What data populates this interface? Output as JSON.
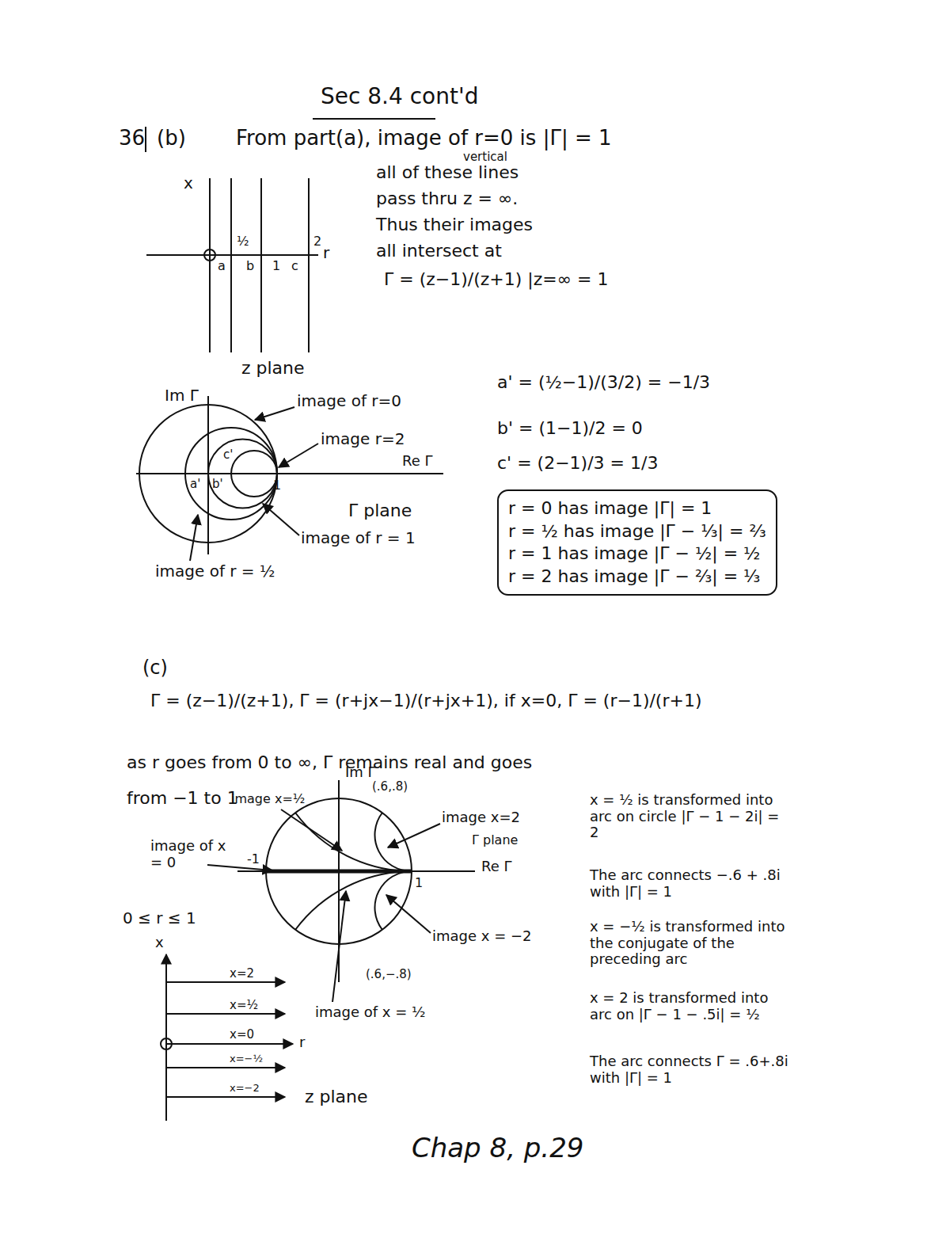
{
  "diagram": {
    "title": "Sec 8.4 cont'd",
    "nodes": [
      {
        "text": [
          "r = 0 has image |Γ| = 1",
          "r = ½ has image |Γ − ⅓| = ⅔",
          "r = 1 has image |Γ − ½| = ½",
          "r = 2 has image |Γ − ⅔| = ⅓"
        ]
      }
    ],
    "labels": [
      "36",
      "(b)",
      "From part(a), image of r=0 is |Γ| = 1",
      "vertical",
      "all of these lines",
      "pass thru z = ∞.",
      "Thus their images",
      "all intersect at",
      "Γ = (z−1)/(z+1) |z=∞ = 1",
      "x",
      "a",
      "½",
      "b",
      "1",
      "c",
      "2",
      "r",
      "z plane",
      "Im Γ",
      "image of r=0",
      "image r=2",
      "Re Γ",
      "a'",
      "b'",
      "c'",
      "1",
      "Γ plane",
      "image of r = 1",
      "image of r = ½",
      "a' = (½−1)/(3/2) = −1/3",
      "b' = (1−1)/2 = 0",
      "c' = (2−1)/3 = 1/3",
      "(c)",
      "Γ = (z−1)/(z+1), Γ = (r+jx−1)/(r+jx+1), if x=0, Γ = (r−1)/(r+1)",
      "as r goes from 0 to ∞, Γ remains real and goes",
      "from −1 to 1",
      "Im Γ",
      "image x=½",
      "(.6,.8)",
      "image x=2",
      "Γ plane",
      "image of x = 0",
      "0 ≤ r ≤ 1",
      "-1",
      "1",
      "Re Γ",
      "image x = −2",
      "(.6,−.8)",
      "image of x = ½",
      "x = ½ is transformed into arc on circle |Γ − 1 − 2i| = 2",
      "The arc connects −.6 + .8i with |Γ| = 1",
      "x = −½ is transformed into the conjugate of the preceding arc",
      "x = 2 is transformed into arc on |Γ − 1 − .5i| = ½",
      "The arc connects Γ = .6+.8i with |Γ| = 1",
      "x",
      "x=2",
      "x=½",
      "x=0",
      "r",
      "x=−½",
      "x=−2",
      "z plane",
      "Chap 8, p.29"
    ]
  }
}
